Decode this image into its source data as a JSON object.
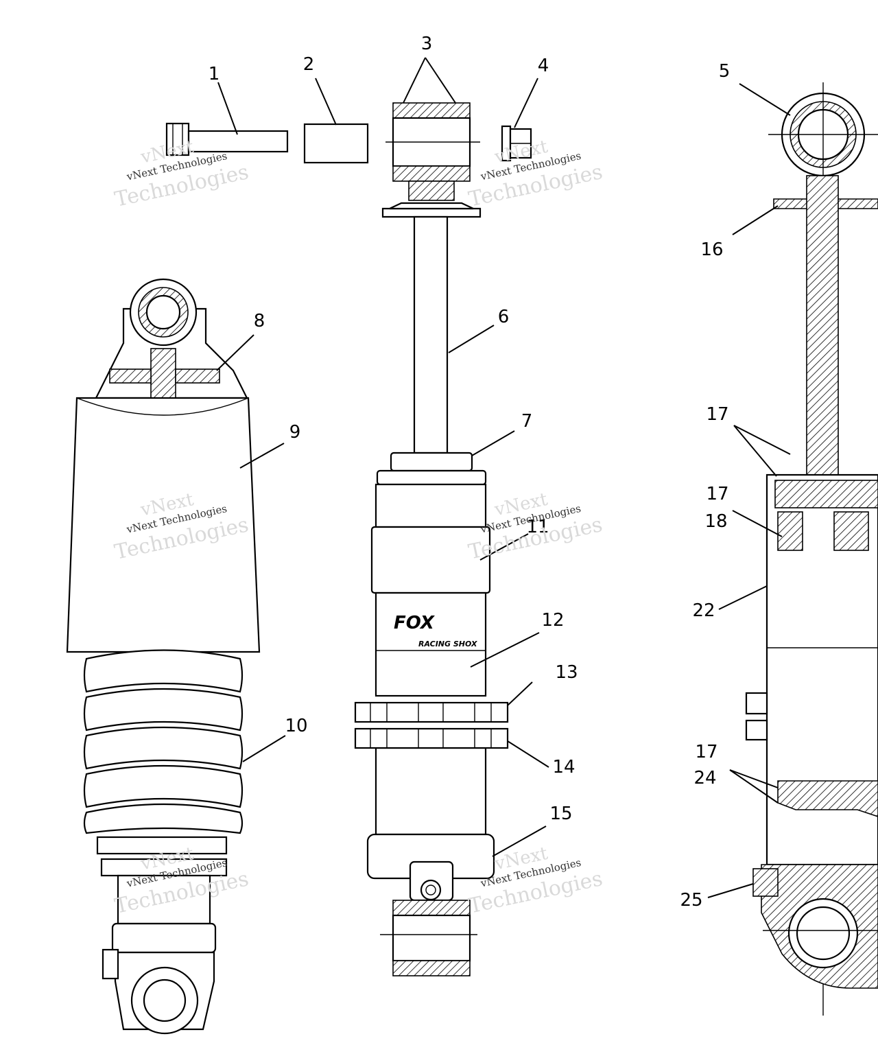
{
  "callouts": [
    {
      "id": "c1",
      "label": "1"
    },
    {
      "id": "c2",
      "label": "2"
    },
    {
      "id": "c3",
      "label": "3"
    },
    {
      "id": "c4",
      "label": "4"
    },
    {
      "id": "c5",
      "label": "5"
    },
    {
      "id": "c6",
      "label": "6"
    },
    {
      "id": "c7",
      "label": "7"
    },
    {
      "id": "c8",
      "label": "8"
    },
    {
      "id": "c9",
      "label": "9"
    },
    {
      "id": "c10",
      "label": "10"
    },
    {
      "id": "c11",
      "label": "11"
    },
    {
      "id": "c12",
      "label": "12"
    },
    {
      "id": "c13",
      "label": "13"
    },
    {
      "id": "c14",
      "label": "14"
    },
    {
      "id": "c15",
      "label": "15"
    },
    {
      "id": "c16",
      "label": "16"
    },
    {
      "id": "c17a",
      "label": "17"
    },
    {
      "id": "c17b",
      "label": "17"
    },
    {
      "id": "c18",
      "label": "18"
    },
    {
      "id": "c22",
      "label": "22"
    },
    {
      "id": "c17c",
      "label": "17"
    },
    {
      "id": "c24",
      "label": "24"
    },
    {
      "id": "c25",
      "label": "25"
    }
  ],
  "brand": {
    "logo_text": "FOX",
    "logo_subtext": "RACING SHOX"
  },
  "watermark": {
    "line1": "vNext",
    "line2": "vNext Technologies",
    "line3": "Technologies"
  }
}
